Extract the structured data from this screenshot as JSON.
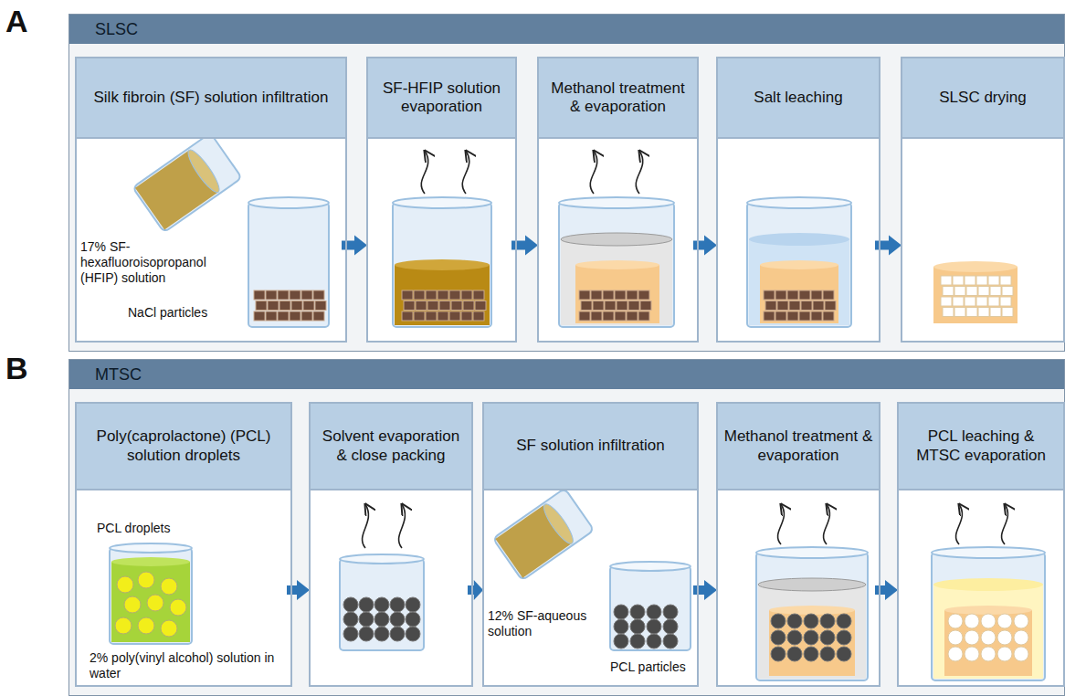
{
  "diagram": {
    "nodes": [
      {
        "text": [
          "SLSC"
        ]
      },
      {
        "text": [
          "Silk fibroin (SF) solution infiltration"
        ],
        "in": 0
      },
      {
        "text": [
          "SF-HFIP solution evaporation"
        ],
        "in": 0
      },
      {
        "text": [
          "Methanol treatment & evaporation"
        ],
        "in": 0
      },
      {
        "text": [
          "Salt leaching"
        ],
        "in": 0
      },
      {
        "text": [
          "SLSC drying"
        ],
        "in": 0
      },
      {
        "text": [
          "MTSC"
        ]
      },
      {
        "text": [
          "Poly(caprolactone) (PCL) solution droplets"
        ],
        "in": 6
      },
      {
        "text": [
          "Solvent evaporation & close packing"
        ],
        "in": 6
      },
      {
        "text": [
          "SF solution infiltration"
        ],
        "in": 6
      },
      {
        "text": [
          "Methanol treatment & evaporation"
        ],
        "in": 6
      },
      {
        "text": [
          "PCL leaching & MTSC evaporation"
        ],
        "in": 6
      }
    ],
    "edges": [
      {
        "from": 1,
        "to": 2,
        "arrow": "to"
      },
      {
        "from": 2,
        "to": 3,
        "arrow": "to"
      },
      {
        "from": 3,
        "to": 4,
        "arrow": "to"
      },
      {
        "from": 4,
        "to": 5,
        "arrow": "to"
      },
      {
        "from": 7,
        "to": 8,
        "arrow": "to"
      },
      {
        "from": 8,
        "to": 9,
        "arrow": "to"
      },
      {
        "from": 9,
        "to": 10,
        "arrow": "to"
      },
      {
        "from": 10,
        "to": 11,
        "arrow": "to"
      }
    ],
    "labels": [
      "A",
      "B",
      "17% SF-hexafluoroisopropanol (HFIP) solution",
      "NaCl particles",
      "PCL droplets",
      "2% poly(vinyl alcohol) solution in water",
      "12% SF-aqueous solution",
      "PCL particles"
    ]
  }
}
